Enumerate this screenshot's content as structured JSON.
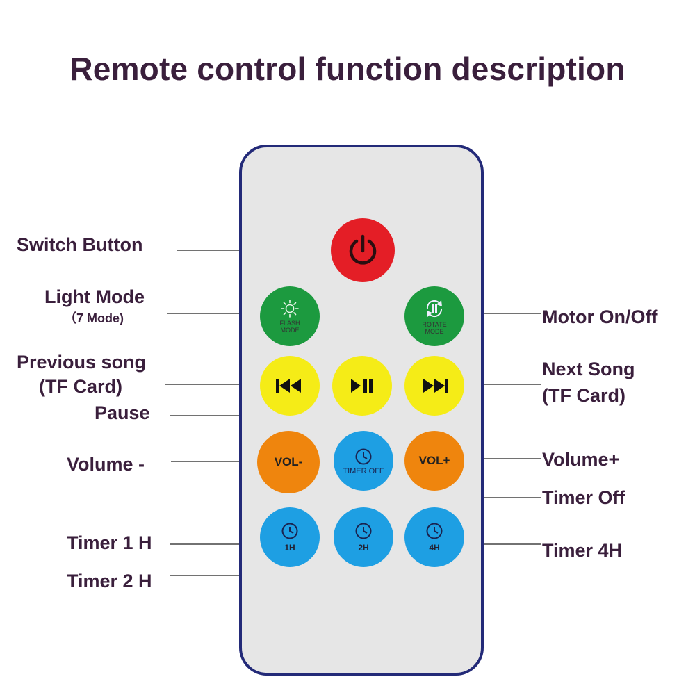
{
  "title": "Remote control function description",
  "buttons": {
    "flash_caption": "FLASH MODE",
    "rotate_caption": "ROTATE MODE",
    "vol_minus": "VOL-",
    "vol_plus": "VOL+",
    "timer_off": "TIMER OFF",
    "timer_1h": "1H",
    "timer_2h": "2H",
    "timer_4h": "4H"
  },
  "labels": {
    "switch_button": "Switch Button",
    "light_mode": "Light Mode",
    "light_mode_sub": "（7 Mode)",
    "motor": "Motor On/Off",
    "previous_song_1": "Previous song",
    "previous_song_2": "(TF Card)",
    "next_song_1": "Next Song",
    "next_song_2": "(TF Card)",
    "pause": "Pause",
    "volume_minus": "Volume -",
    "volume_plus": "Volume+",
    "timer_off": "Timer Off",
    "timer_1h": "Timer 1 H",
    "timer_2h": "Timer 2 H",
    "timer_4h": "Timer 4H"
  },
  "colors": {
    "power": "#e41e26",
    "mode": "#1c9a3f",
    "media": "#f5ec17",
    "volume": "#ef850d",
    "timer": "#1e9fe3",
    "remote_border": "#232a78"
  }
}
